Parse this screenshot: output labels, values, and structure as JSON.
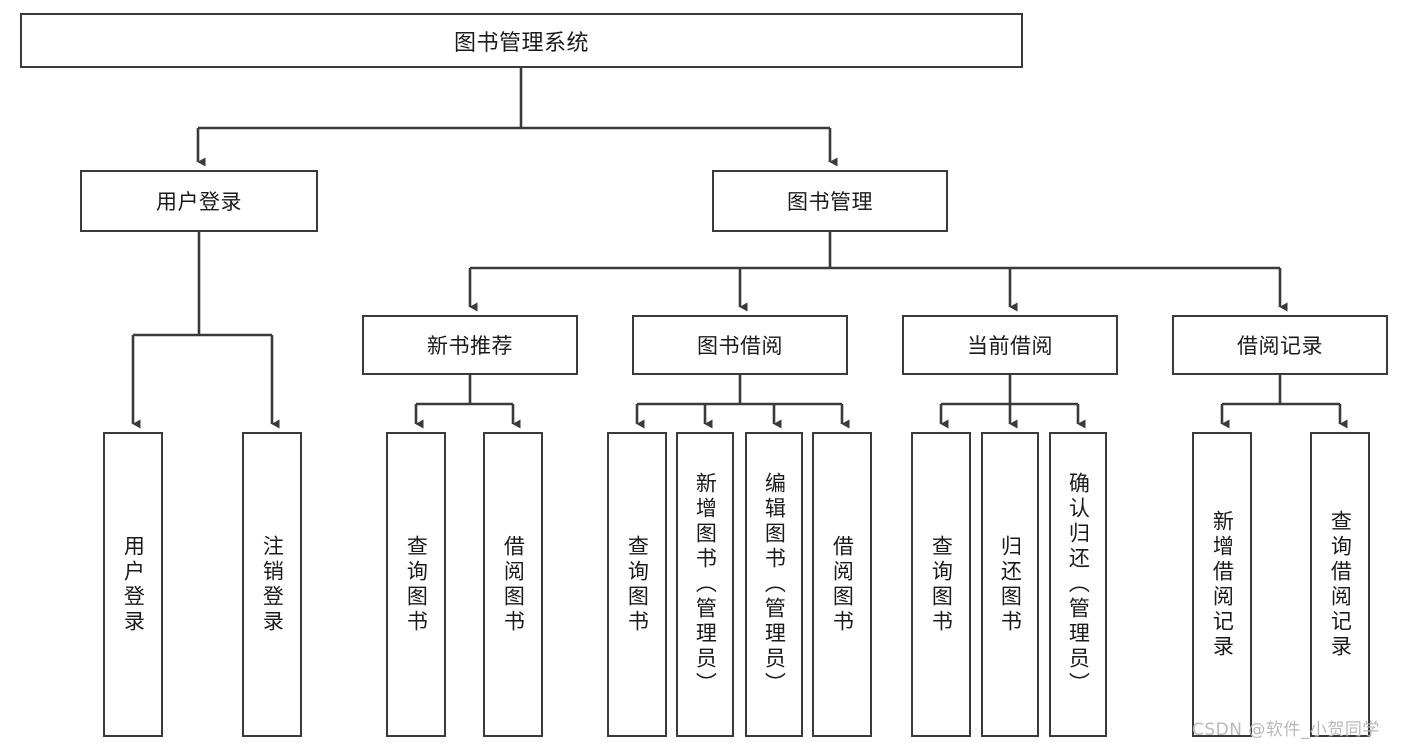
{
  "diagram": {
    "type": "tree",
    "title_text": "图书管理系统",
    "watermark": "CSDN @软件_小贺同学",
    "colors": {
      "stroke": "#3a3a3a",
      "fill": "#ffffff",
      "text": "#1b1b1b",
      "watermark": "#b9b9b9"
    },
    "levels": {
      "level1": [
        {
          "id": "root",
          "label": "图书管理系统",
          "orientation": "horizontal"
        }
      ],
      "level2": [
        {
          "id": "user-login",
          "label": "用户登录",
          "orientation": "horizontal"
        },
        {
          "id": "book-manage",
          "label": "图书管理",
          "orientation": "horizontal"
        }
      ],
      "level3": [
        {
          "id": "new-book-rec",
          "label": "新书推荐",
          "orientation": "horizontal"
        },
        {
          "id": "book-borrow",
          "label": "图书借阅",
          "orientation": "horizontal"
        },
        {
          "id": "current-borrow",
          "label": "当前借阅",
          "orientation": "horizontal"
        },
        {
          "id": "borrow-record",
          "label": "借阅记录",
          "orientation": "horizontal"
        }
      ],
      "level4": [
        {
          "id": "leaf-user-login",
          "parent": "user-login",
          "label": "用户登录",
          "orientation": "vertical"
        },
        {
          "id": "leaf-user-logout",
          "parent": "user-login",
          "label": "注销登录",
          "orientation": "vertical"
        },
        {
          "id": "leaf-query-book-1",
          "parent": "new-book-rec",
          "label": "查询图书",
          "orientation": "vertical"
        },
        {
          "id": "leaf-borrow-book-1",
          "parent": "new-book-rec",
          "label": "借阅图书",
          "orientation": "vertical"
        },
        {
          "id": "leaf-query-book-2",
          "parent": "book-borrow",
          "label": "查询图书",
          "orientation": "vertical"
        },
        {
          "id": "leaf-add-book",
          "parent": "book-borrow",
          "label": "新增图书（管理员）",
          "orientation": "vertical"
        },
        {
          "id": "leaf-edit-book",
          "parent": "book-borrow",
          "label": "编辑图书（管理员）",
          "orientation": "vertical"
        },
        {
          "id": "leaf-borrow-book-2",
          "parent": "book-borrow",
          "label": "借阅图书",
          "orientation": "vertical"
        },
        {
          "id": "leaf-query-book-3",
          "parent": "current-borrow",
          "label": "查询图书",
          "orientation": "vertical"
        },
        {
          "id": "leaf-return-book",
          "parent": "current-borrow",
          "label": "归还图书",
          "orientation": "vertical"
        },
        {
          "id": "leaf-confirm-return",
          "parent": "current-borrow",
          "label": "确认归还（管理员）",
          "orientation": "vertical"
        },
        {
          "id": "leaf-add-record",
          "parent": "borrow-record",
          "label": "新增借阅记录",
          "orientation": "vertical"
        },
        {
          "id": "leaf-query-record",
          "parent": "borrow-record",
          "label": "查询借阅记录",
          "orientation": "vertical"
        }
      ]
    }
  }
}
